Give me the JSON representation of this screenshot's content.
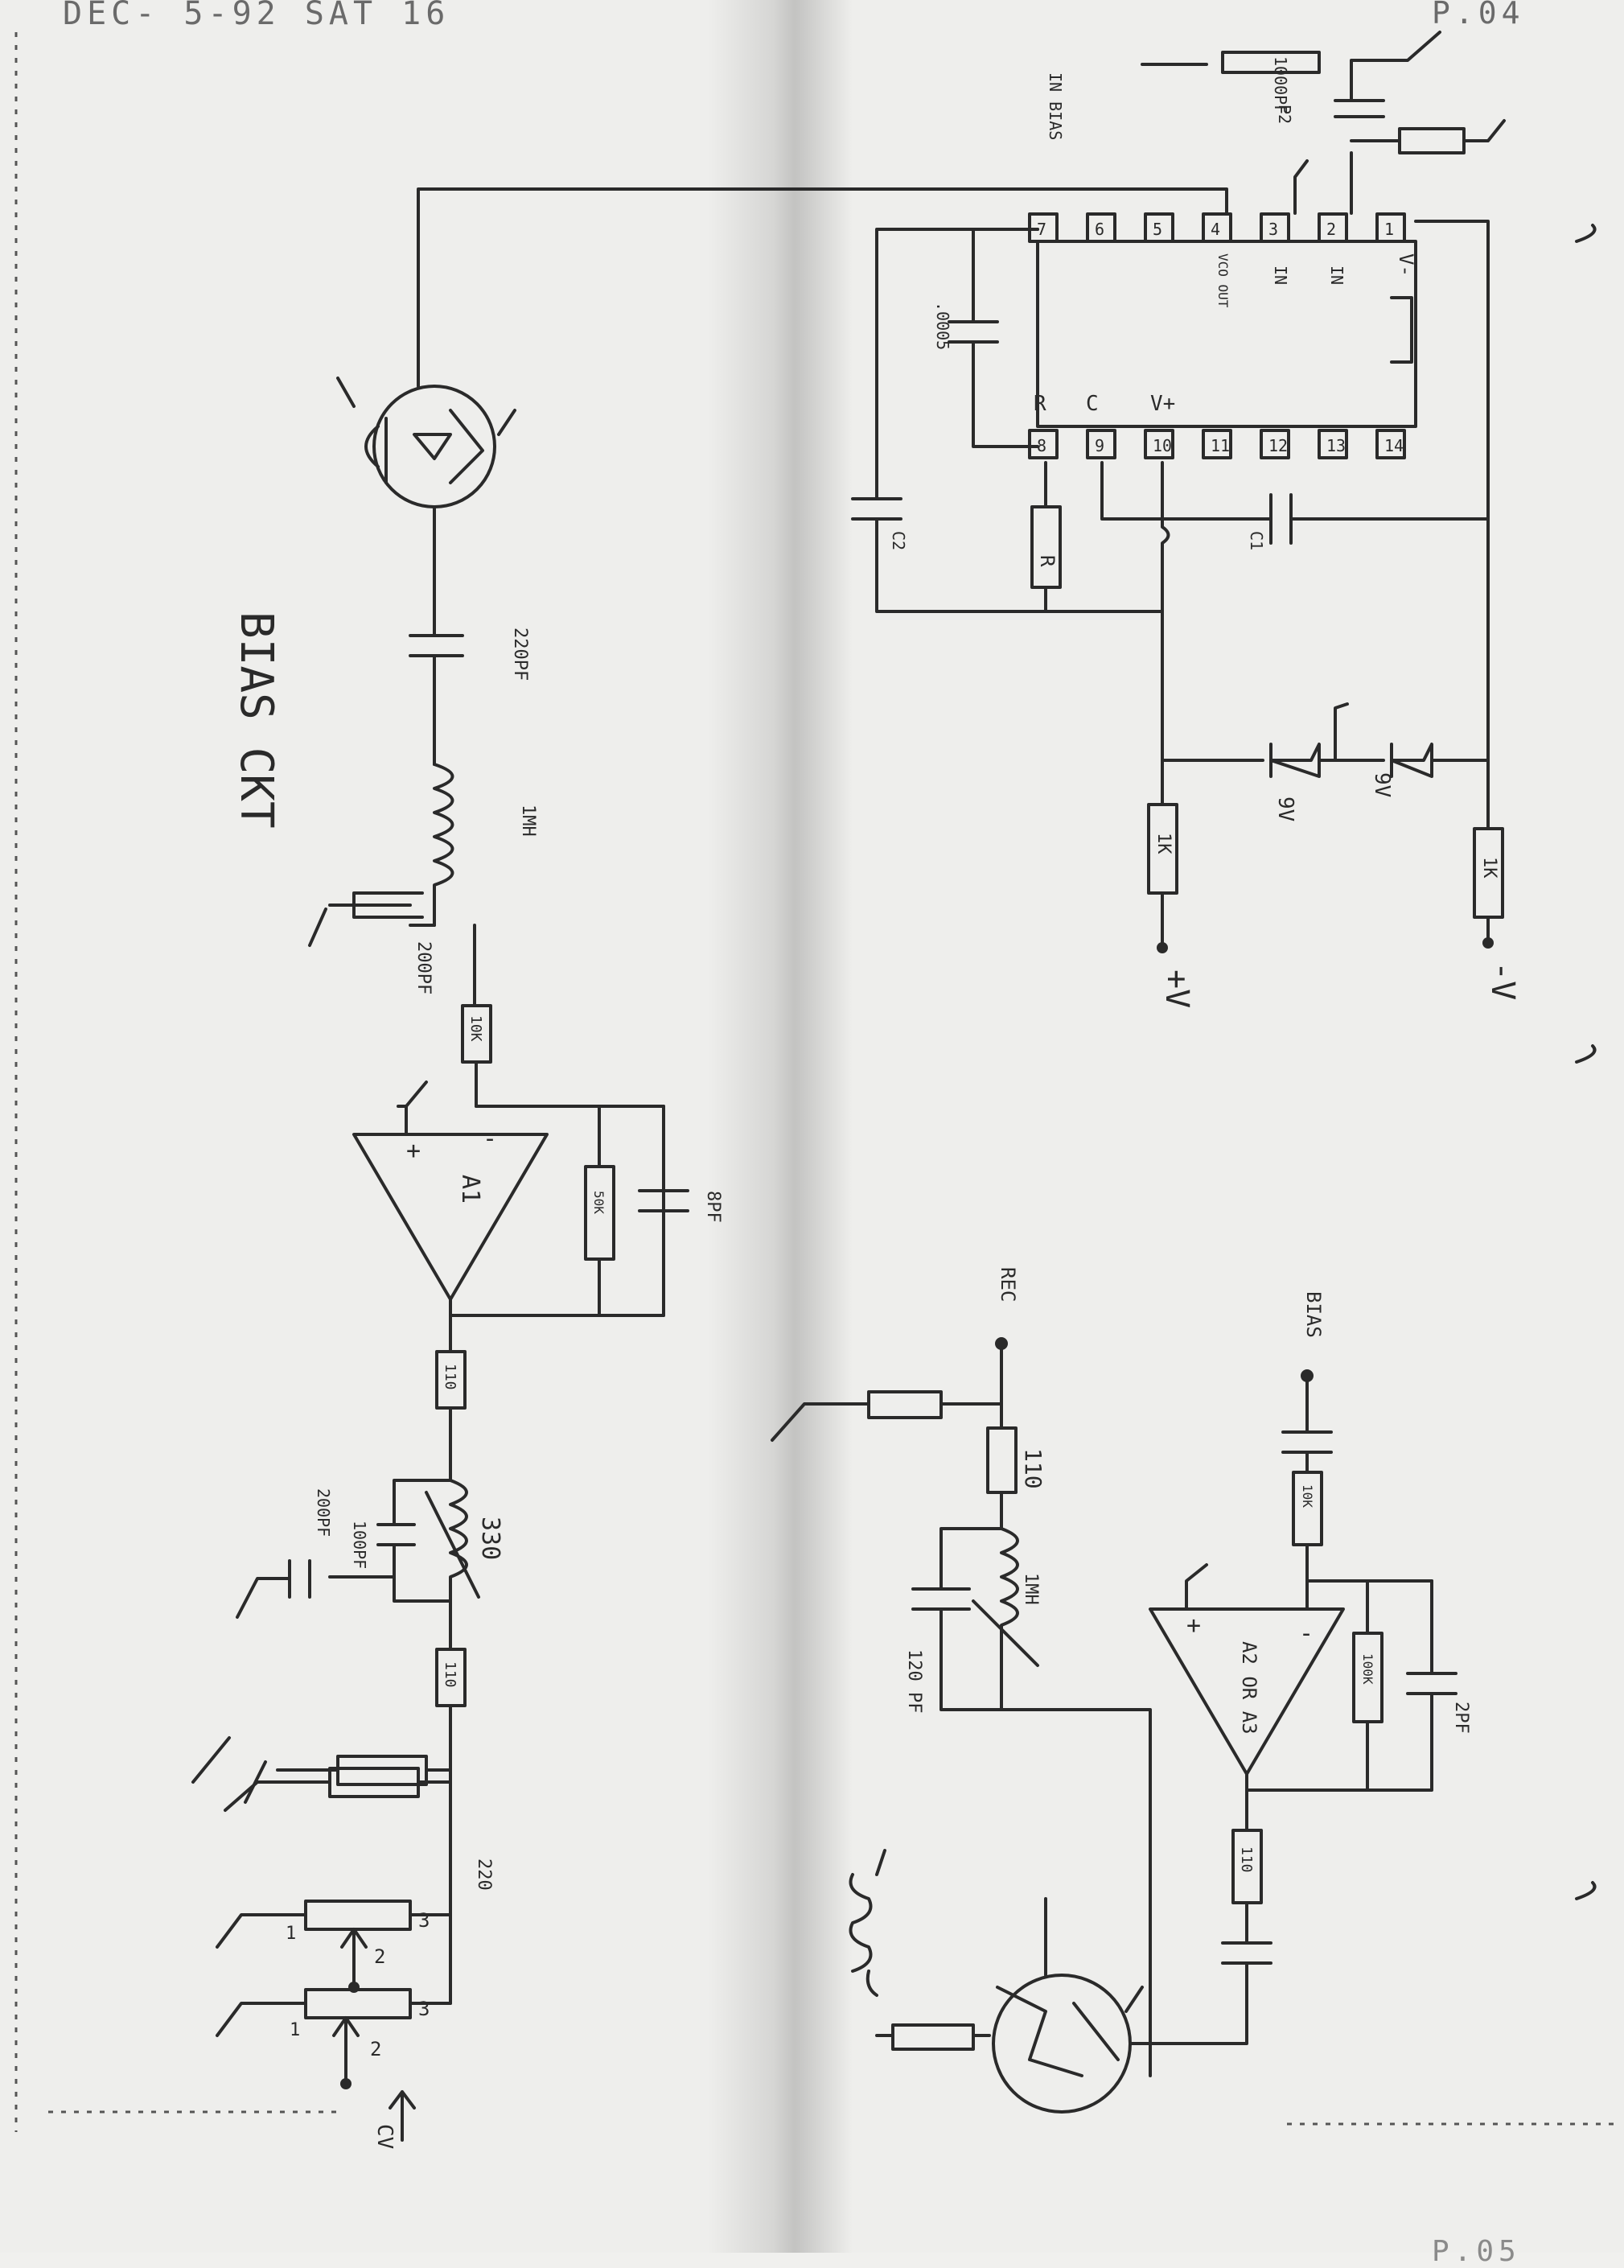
{
  "fax": {
    "header": "DEC- 5-92 SAT 16",
    "page": "P.04",
    "page_next": "P.05"
  },
  "bias_section": {
    "title": "BIAS CKT",
    "amp_a1": "A1",
    "amp_a1_minus": "-",
    "amp_a1_plus": "+",
    "r_feedback": "50K",
    "c_feedback": "8PF",
    "r_out": "110",
    "l_tank": "330",
    "c_tank1": "200PF",
    "c_tank2": "100PF",
    "r_series": "110",
    "r_ground1": "",
    "r_ground2": "",
    "pot_label": "220",
    "pin1": "1",
    "pin2": "2",
    "pin3": "3",
    "input_label": "CV",
    "r_input": "10K",
    "c_shunt": "200PF",
    "l_series": "1MH",
    "c_coupling": "220PF"
  },
  "vco_section": {
    "pin_labels_top": [
      "7",
      "6",
      "5",
      "4",
      "3",
      "2",
      "1"
    ],
    "pin_labels_bottom": [
      "8",
      "9",
      "10",
      "11",
      "12",
      "13",
      "14"
    ],
    "pin4_label": "VCO OUT",
    "pin3_label": "IN",
    "pin2_label": "IN",
    "pin1_label": "V-",
    "pin8_label": "R",
    "pin9_label": "C",
    "pin10_label": "V+",
    "c_timing": ".0005",
    "c_1": "C1",
    "c_2": "C2",
    "r_timing": "R",
    "zener1": "9V",
    "zener2": "9V",
    "r_pos": "1K",
    "r_neg": "1K",
    "vpos": "+V",
    "vneg": "-V",
    "c_in": "1000PF",
    "r_in": "",
    "bias_in": "IN BIAS",
    "r_in_label": "P2"
  },
  "record_section": {
    "rec_label": "REC",
    "r_rec": "110",
    "l_rec": "1MH",
    "c_rec": "120 PF",
    "amp_label": "A2 OR A3",
    "amp_minus": "-",
    "amp_plus": "+",
    "r_feedback": "100K",
    "c_feedback": "2PF",
    "r_in": "10K",
    "bias_label": "BIAS",
    "r_out": "110"
  }
}
